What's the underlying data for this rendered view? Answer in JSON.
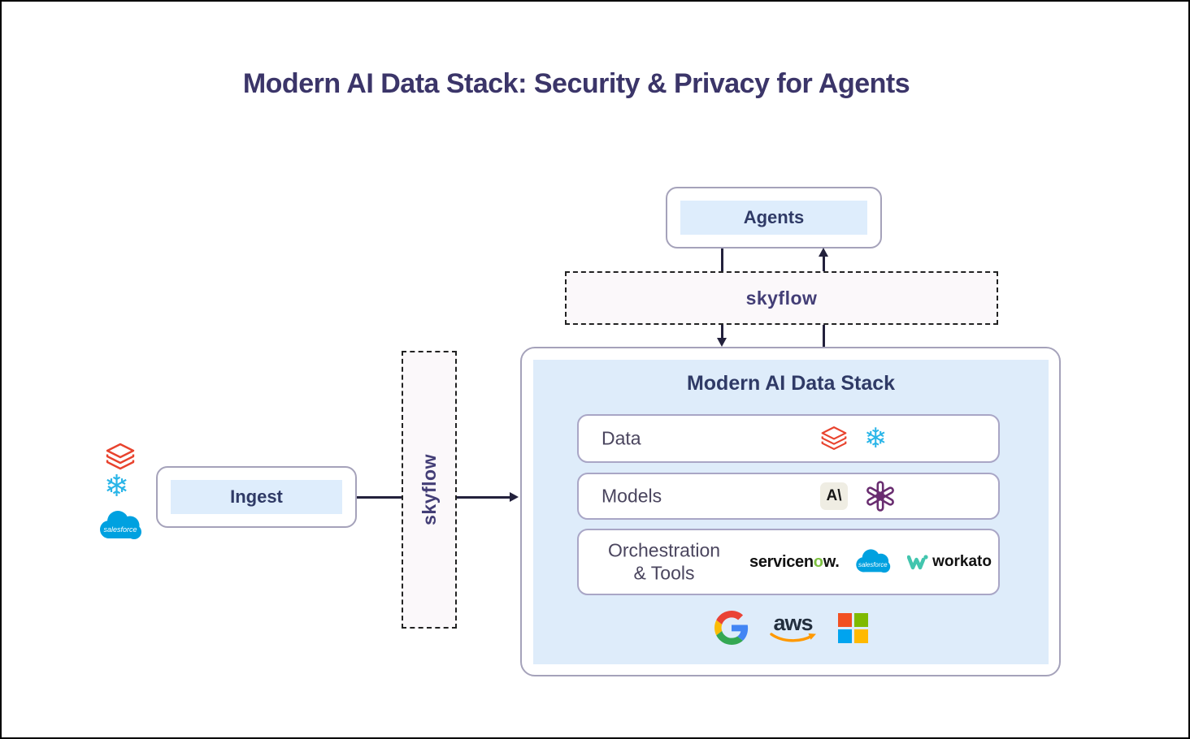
{
  "title": "Modern AI Data Stack: Security & Privacy for Agents",
  "agents": {
    "label": "Agents"
  },
  "ingest": {
    "label": "Ingest"
  },
  "skyflow_h": {
    "label": "skyflow"
  },
  "skyflow_v": {
    "label": "skyflow"
  },
  "stack": {
    "title": "Modern AI Data Stack",
    "rows": [
      {
        "label": "Data",
        "icons": [
          "databricks-icon",
          "snowflake-icon"
        ]
      },
      {
        "label": "Models",
        "icons": [
          "anthropic-icon",
          "openai-icon"
        ]
      },
      {
        "label_line1": "Orchestration",
        "label_line2": "& Tools",
        "icons": [
          "servicenow-logo",
          "salesforce-logo",
          "workato-logo"
        ]
      }
    ],
    "footer_icons": [
      "google-icon",
      "aws-logo",
      "microsoft-icon"
    ]
  },
  "sources": {
    "icons": [
      "databricks-icon",
      "snowflake-icon",
      "salesforce-icon"
    ]
  },
  "glyphs": {
    "snowflake": "❄"
  },
  "logos": {
    "anthropic_glyph": "A\\",
    "servicenow_pre": "servicen",
    "servicenow_o": "o",
    "servicenow_post": "w.",
    "salesforce": "salesforce",
    "workato": "workato",
    "aws": "aws"
  },
  "colors": {
    "title_text": "#3B3569",
    "node_text": "#2F3A66",
    "node_fill": "#DEEDFC",
    "panel_fill": "#DEECFA",
    "box_border": "#A5A2BA",
    "row_border": "#A9A6C6",
    "row_label_text": "#4A455E",
    "skyflow_text": "#433E76",
    "connector": "#23213C",
    "databricks_red": "#E8432E",
    "snowflake_blue": "#29B5E8",
    "salesforce_blue": "#00A1E0",
    "servicenow_green": "#7EC142",
    "workato_teal": "#42C5AE",
    "openai_purple": "#692D70",
    "aws_dark": "#232F3E",
    "aws_orange": "#FF9900",
    "ms_red": "#F25022",
    "ms_green": "#7FBA00",
    "ms_blue": "#00A4EF",
    "ms_yellow": "#FFB900"
  }
}
